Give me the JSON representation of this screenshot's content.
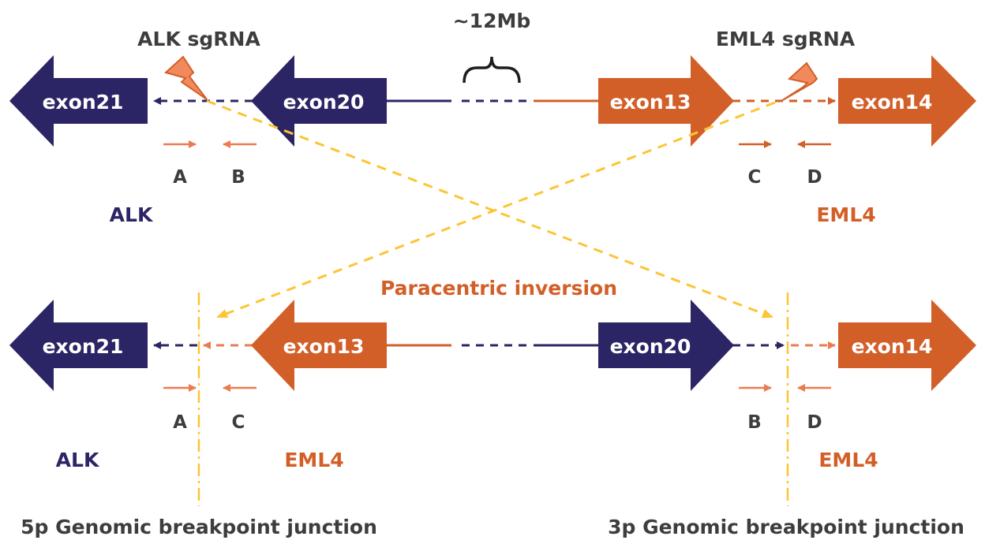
{
  "colors": {
    "navy": "#2b2566",
    "orange": "#d35f28",
    "primer": "#ec7b50",
    "yellow": "#fdc535",
    "bolt_fill": "#f08a5d",
    "text_gray": "#3d3d3d"
  },
  "top": {
    "alk_sgrna_label": "ALK sgRNA",
    "eml4_sgrna_label": "EML4 sgRNA",
    "distance_label": "~12Mb",
    "exons": [
      "exon21",
      "exon20",
      "exon13",
      "exon14"
    ],
    "primers": [
      "A",
      "B",
      "C",
      "D"
    ],
    "gene_alk": "ALK",
    "gene_eml4": "EML4"
  },
  "middle_label": "Paracentric inversion",
  "bottom": {
    "exons": [
      "exon21",
      "exon13",
      "exon20",
      "exon14"
    ],
    "primers": [
      "A",
      "C",
      "B",
      "D"
    ],
    "gene_left_alk": "ALK",
    "gene_left_eml4": "EML4",
    "gene_right_eml4": "EML4",
    "junction_5p": "5p Genomic breakpoint junction",
    "junction_3p": "3p Genomic breakpoint junction"
  },
  "icons": [
    "lightning-bolt-icon",
    "brace-icon",
    "arrow-left-icon",
    "arrow-right-icon"
  ]
}
